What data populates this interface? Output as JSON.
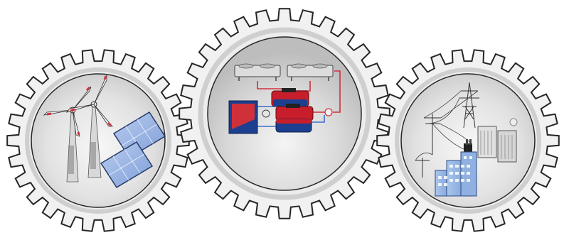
{
  "illustration": {
    "gears": [
      {
        "id": "gear-renewables",
        "theme": "wind turbines and solar panels"
      },
      {
        "id": "gear-plant",
        "theme": "chillers, pumps and heat exchange"
      },
      {
        "id": "gear-grid",
        "theme": "power lines, transformers and buildings"
      }
    ],
    "colors": {
      "gear_fill": "#f1f1f1",
      "gear_stroke": "#262626",
      "disc_fill": "#e6e6e6",
      "solar_blue": "#9fb8e6",
      "pipe_red": "#d0303a",
      "pipe_blue": "#3b6fc9",
      "pump_red": "#c81e2b",
      "pump_navy": "#1c3f8f"
    }
  }
}
